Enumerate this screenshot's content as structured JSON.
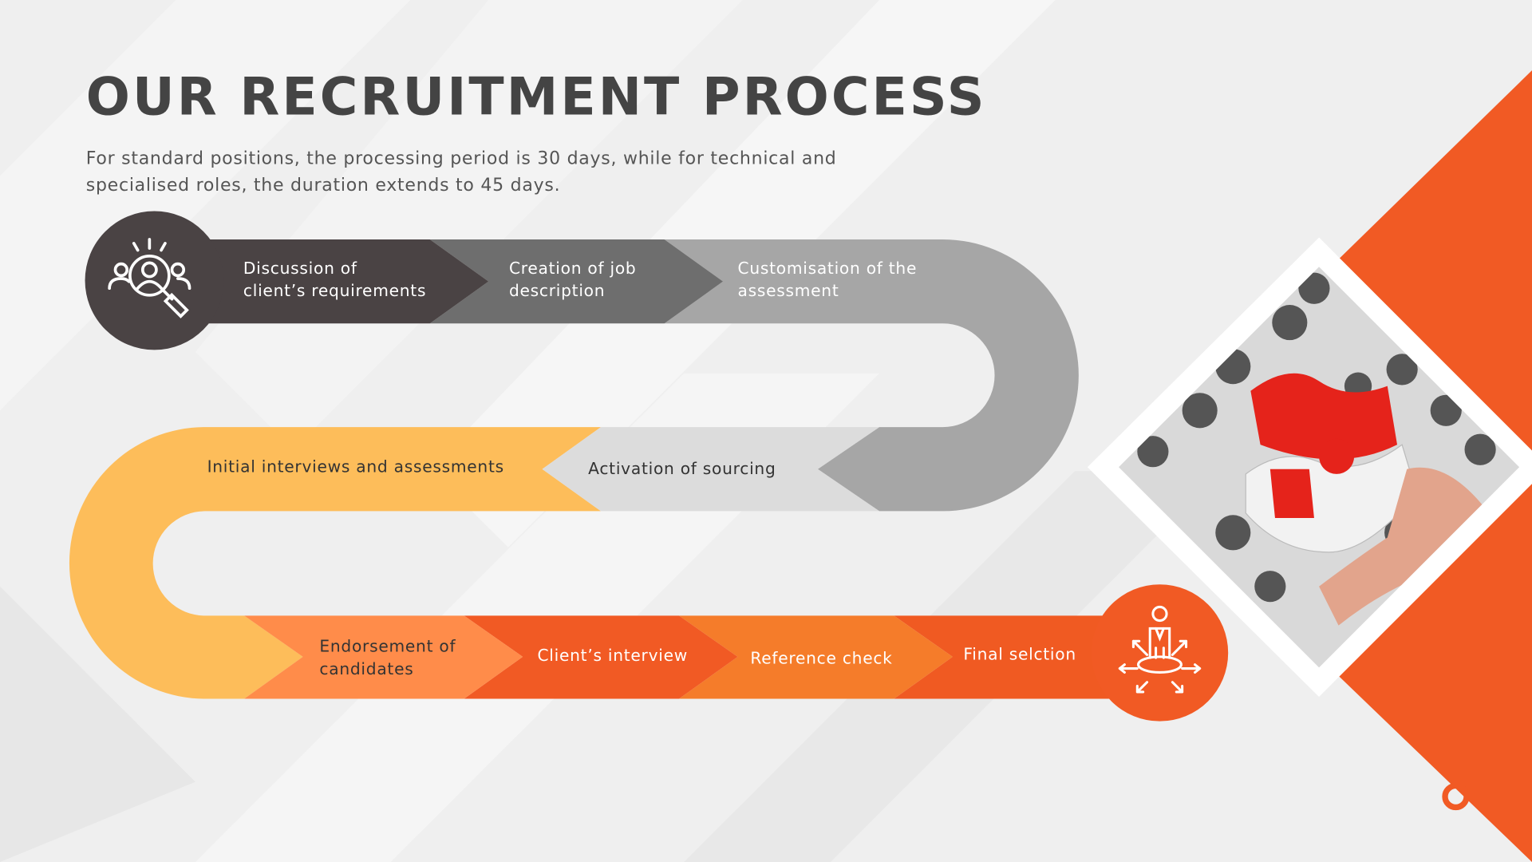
{
  "slide": {
    "title": "OUR RECRUITMENT PROCESS",
    "subtitle_line1": "For standard positions, the processing period is 30 days, while for technical and",
    "subtitle_line2": "specialised roles, the duration extends to 45 days."
  },
  "steps": [
    {
      "line1": "Discussion of",
      "line2": "client’s requirements"
    },
    {
      "line1": "Creation of job",
      "line2": "description"
    },
    {
      "line1": "Customisation of the",
      "line2": "assessment"
    },
    {
      "line1": "Activation of sourcing"
    },
    {
      "line1": "Initial interviews and assessments"
    },
    {
      "line1": "Endorsement of",
      "line2": "candidates"
    },
    {
      "line1": "Client’s interview"
    },
    {
      "line1": "Reference check"
    },
    {
      "line1": "Final selction"
    }
  ],
  "colors": {
    "dark": "#4a4344",
    "mid_gray": "#6e6e6e",
    "light_gray": "#a6a6a6",
    "pale_gray": "#dcdcdc",
    "yellow": "#fdbd5a",
    "orange": "#f15a24",
    "light_orange": "#ff8c4a"
  },
  "icons": {
    "start": "search-people-icon",
    "end": "person-options-icon",
    "image": "puzzle-photo"
  }
}
